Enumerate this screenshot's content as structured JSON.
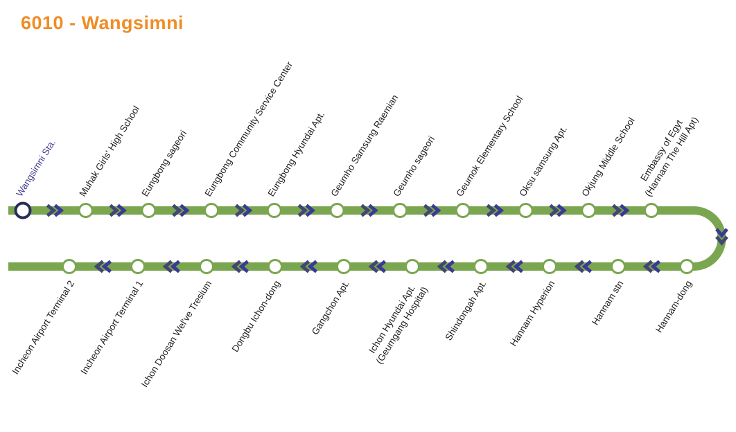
{
  "title": "6010 - Wangsimni",
  "colors": {
    "title": "#ef8d25",
    "route_line": "#7aa650",
    "station_fill": "#ffffff",
    "station_stroke": "#7aa650",
    "start_station_stroke": "#2b2d5a",
    "start_station_label": "#403d8f",
    "station_label": "#1c1c1c",
    "arrow_dark": "#434672",
    "arrow_bright": "#3a3a94"
  },
  "stations": {
    "top": [
      {
        "label": "Wangsimni Sta.",
        "start": true
      },
      {
        "label": "Muhak Girls' High School"
      },
      {
        "label": "Eungbong sageori"
      },
      {
        "label": "Eungbong Community Service Center"
      },
      {
        "label": "Eungbong Hyundai Apt."
      },
      {
        "label": "Geumho Samsung Raemian"
      },
      {
        "label": "Geumho sageori"
      },
      {
        "label": "Geumok Elementary School"
      },
      {
        "label": "Oksu samsung Apt."
      },
      {
        "label": "Okjung Middle School"
      },
      {
        "label": "Embassy of Egyt\n(Hannam The Hill Apt)"
      }
    ],
    "bottom": [
      {
        "label": "Incheon Airport Terminal 2"
      },
      {
        "label": "Incheon Airport Terminal 1"
      },
      {
        "label": "Ichon Doosan Wel've Tresium"
      },
      {
        "label": "Dongbu Ichon-dong"
      },
      {
        "label": "Gangchon Apt."
      },
      {
        "label": "Ichon Hyundai Apt.\n(Geumgang Hospital)"
      },
      {
        "label": "Shindongah Apt."
      },
      {
        "label": "Hannam Hyperion"
      },
      {
        "label": "Hannam stn"
      },
      {
        "label": "Hannam-dong"
      }
    ]
  }
}
